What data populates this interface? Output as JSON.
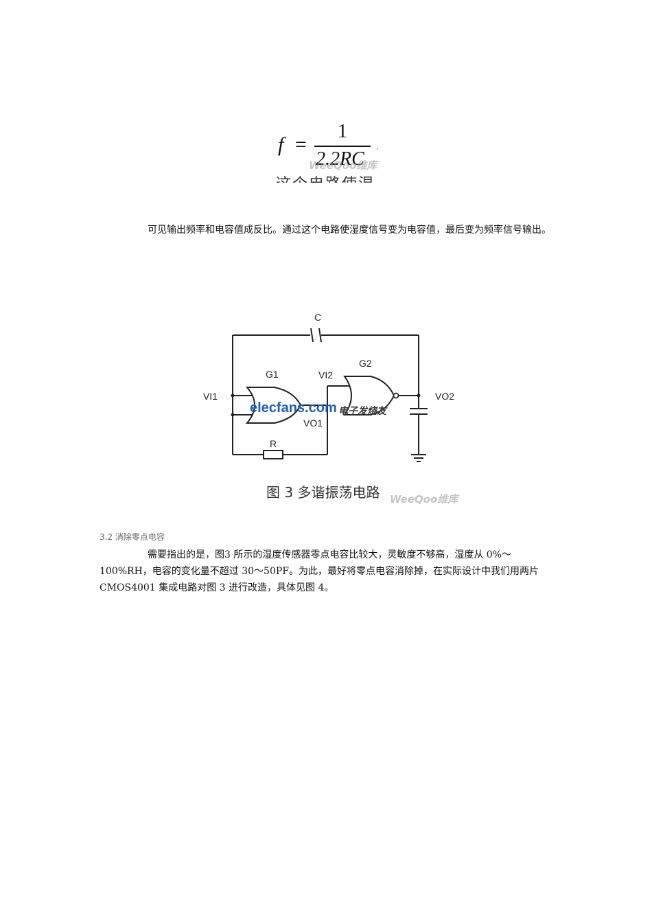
{
  "formula": {
    "lhs": "f",
    "equals": "=",
    "numerator": "1",
    "denominator": "2.2RC",
    "trailing": ",",
    "cut_line": "这个电路使湿",
    "watermark": "WeeQoo维库"
  },
  "paragraph1": "可见输出频率和电容值成反比。通过这个电路使湿度信号变为电容值，最后变为频率信号输出。",
  "circuit": {
    "labels": {
      "c": "C",
      "g1": "G1",
      "g2": "G2",
      "vi1": "VI1",
      "vi2": "VI2",
      "vo1": "VO1",
      "vo2": "VO2",
      "r": "R"
    },
    "watermark": "elecfans.com",
    "watermark_cn": "电子发烧友",
    "watermark_color": "#1f5fbf",
    "watermark_cn_color": "#3a3a3a"
  },
  "caption": {
    "text": "图 3  多谐振荡电路",
    "watermark": "WeeQoo维库"
  },
  "section_heading": "3.2 消除零点电容",
  "paragraph2": "需要指出的是，图3 所示的湿度传感器零点电容比较大，灵敏度不够高，湿度从 0%～100%RH，电容的变化量不超过 30～50PF。为此，最好将零点电容消除掉，在实际设计中我们用两片 CMOS4001 集成电路对图 3 进行改造，具体见图 4。"
}
